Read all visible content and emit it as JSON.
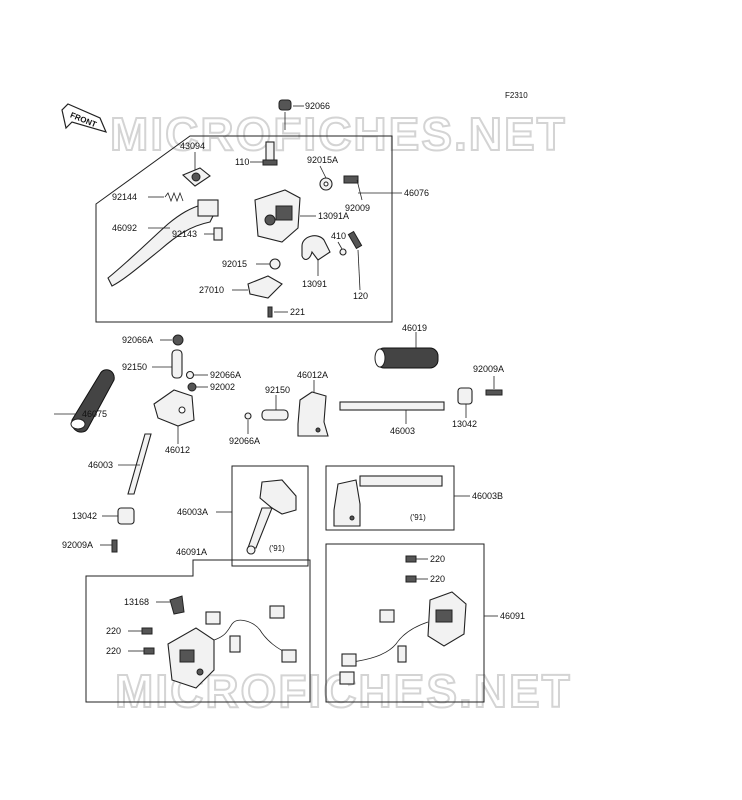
{
  "figure_id": "F2310",
  "watermark": "MICROFICHES.NET",
  "front_label": "FRONT",
  "notes": {
    "year_91_a": "('91)",
    "year_91_b": "('91)"
  },
  "parts": {
    "p92066": "92066",
    "p43094": "43094",
    "p110": "110",
    "p92015A": "92015A",
    "p92144": "92144",
    "p92009_top": "92009",
    "p46076": "46076",
    "p13091A": "13091A",
    "p46092": "46092",
    "p92143": "92143",
    "p410": "410",
    "p92015": "92015",
    "p13091": "13091",
    "p120": "120",
    "p27010": "27010",
    "p221": "221",
    "p92066A_1": "92066A",
    "p46019": "46019",
    "p92150_1": "92150",
    "p92066A_2": "92066A",
    "p92009A_1": "92009A",
    "p92002": "92002",
    "p46012A": "46012A",
    "p92150_2": "92150",
    "p46075": "46075",
    "p46003_1": "46003",
    "p13042_1": "13042",
    "p46012": "46012",
    "p92066A_3": "92066A",
    "p46003_2": "46003",
    "p46003A": "46003A",
    "p46003B": "46003B",
    "p13042_2": "13042",
    "p92009A_2": "92009A",
    "p46091A": "46091A",
    "p220_1": "220",
    "p220_2": "220",
    "p13168": "13168",
    "p46091": "46091",
    "p220_3": "220",
    "p220_4": "220"
  }
}
